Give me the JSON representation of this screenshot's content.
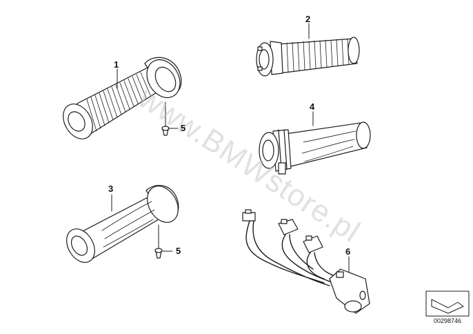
{
  "diagram": {
    "watermark": "www.BMWstore.pl",
    "document_number": "00298746",
    "callouts": [
      {
        "id": "1",
        "label": "1"
      },
      {
        "id": "2",
        "label": "2"
      },
      {
        "id": "3",
        "label": "3"
      },
      {
        "id": "4",
        "label": "4"
      },
      {
        "id": "5a",
        "label": "5"
      },
      {
        "id": "5b",
        "label": "5"
      },
      {
        "id": "6",
        "label": "6"
      }
    ],
    "colors": {
      "line": "#1a1a1a",
      "fill": "#ffffff",
      "watermark": "#bdbdbd"
    }
  }
}
